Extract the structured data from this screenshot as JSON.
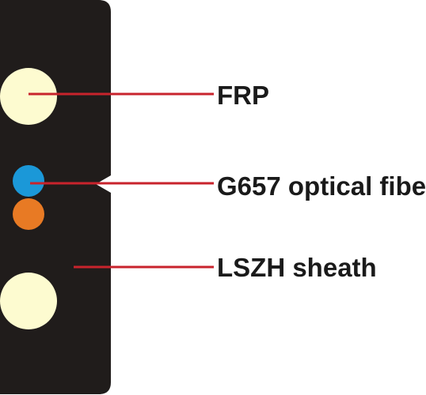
{
  "labels": {
    "frp": "FRP",
    "fiber": "G657 optical fibe",
    "sheath": "LSZH sheath"
  },
  "colors": {
    "sheath": "#201c1b",
    "frp": "#fdfbd0",
    "fiber_blue": "#1b98d8",
    "fiber_orange": "#e87a24",
    "leader": "#c8232c",
    "text": "#1a1a1a",
    "background": "#ffffff"
  }
}
